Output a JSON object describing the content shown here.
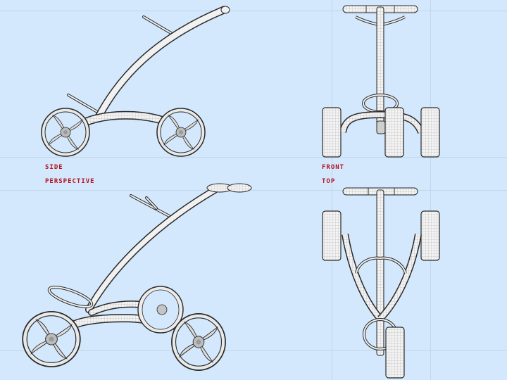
{
  "views": {
    "side": {
      "label": "SIDE"
    },
    "front": {
      "label": "FRONT"
    },
    "perspective": {
      "label": "PERSPECTIVE"
    },
    "top": {
      "label": "TOP"
    }
  },
  "colors": {
    "background": "#d3e8fc",
    "guide_lines": "#c3d6ea",
    "label_text": "#b3121e",
    "outline": "#2a2a2a",
    "surface": "#f1f1f1"
  },
  "guides": {
    "horizontal_y": [
      15,
      223,
      270,
      498
    ],
    "vertical_x": [
      471,
      611
    ]
  }
}
